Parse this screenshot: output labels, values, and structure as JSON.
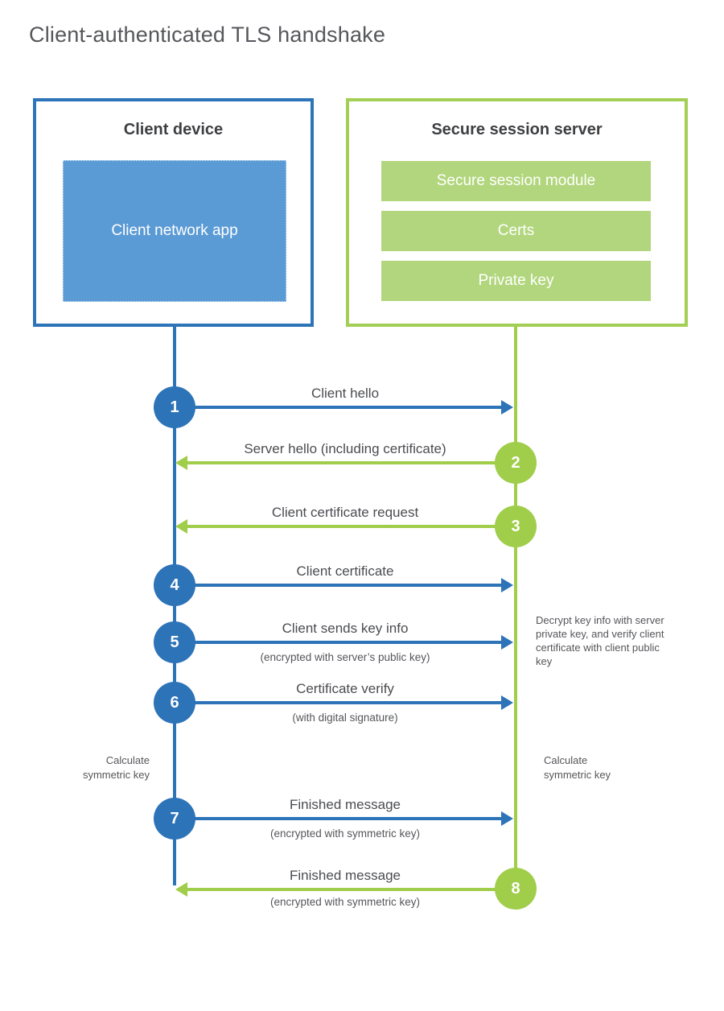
{
  "title": "Client-authenticated TLS handshake",
  "colors": {
    "blue_line": "#2d73b8",
    "blue_fill": "#5b9bd5",
    "green_line": "#a0cd4a",
    "green_fill": "#b2d67d",
    "text_dark": "#3e3f42",
    "text_body": "#4b4c50"
  },
  "client_box": {
    "title": "Client device",
    "app_label": "Client network app"
  },
  "server_box": {
    "title": "Secure session server",
    "modules": [
      "Secure session module",
      "Certs",
      "Private key"
    ]
  },
  "messages": [
    {
      "num": "1",
      "direction": "client-to-server",
      "label": "Client hello",
      "sub": ""
    },
    {
      "num": "2",
      "direction": "server-to-client",
      "label": "Server hello (including certificate)",
      "sub": ""
    },
    {
      "num": "3",
      "direction": "server-to-client",
      "label": "Client certificate request",
      "sub": ""
    },
    {
      "num": "4",
      "direction": "client-to-server",
      "label": "Client certificate",
      "sub": ""
    },
    {
      "num": "5",
      "direction": "client-to-server",
      "label": "Client sends key info",
      "sub": "(encrypted with server’s public key)"
    },
    {
      "num": "6",
      "direction": "client-to-server",
      "label": "Certificate verify",
      "sub": "(with digital signature)"
    },
    {
      "num": "7",
      "direction": "client-to-server",
      "label": "Finished message",
      "sub": "(encrypted with symmetric key)"
    },
    {
      "num": "8",
      "direction": "server-to-client",
      "label": "Finished message",
      "sub": "(encrypted with symmetric key)"
    }
  ],
  "notes": {
    "decrypt": "Decrypt key info with server private key, and verify client certificate with client public key",
    "calc_left": "Calculate symmetric key",
    "calc_right": "Calculate symmetric key"
  }
}
